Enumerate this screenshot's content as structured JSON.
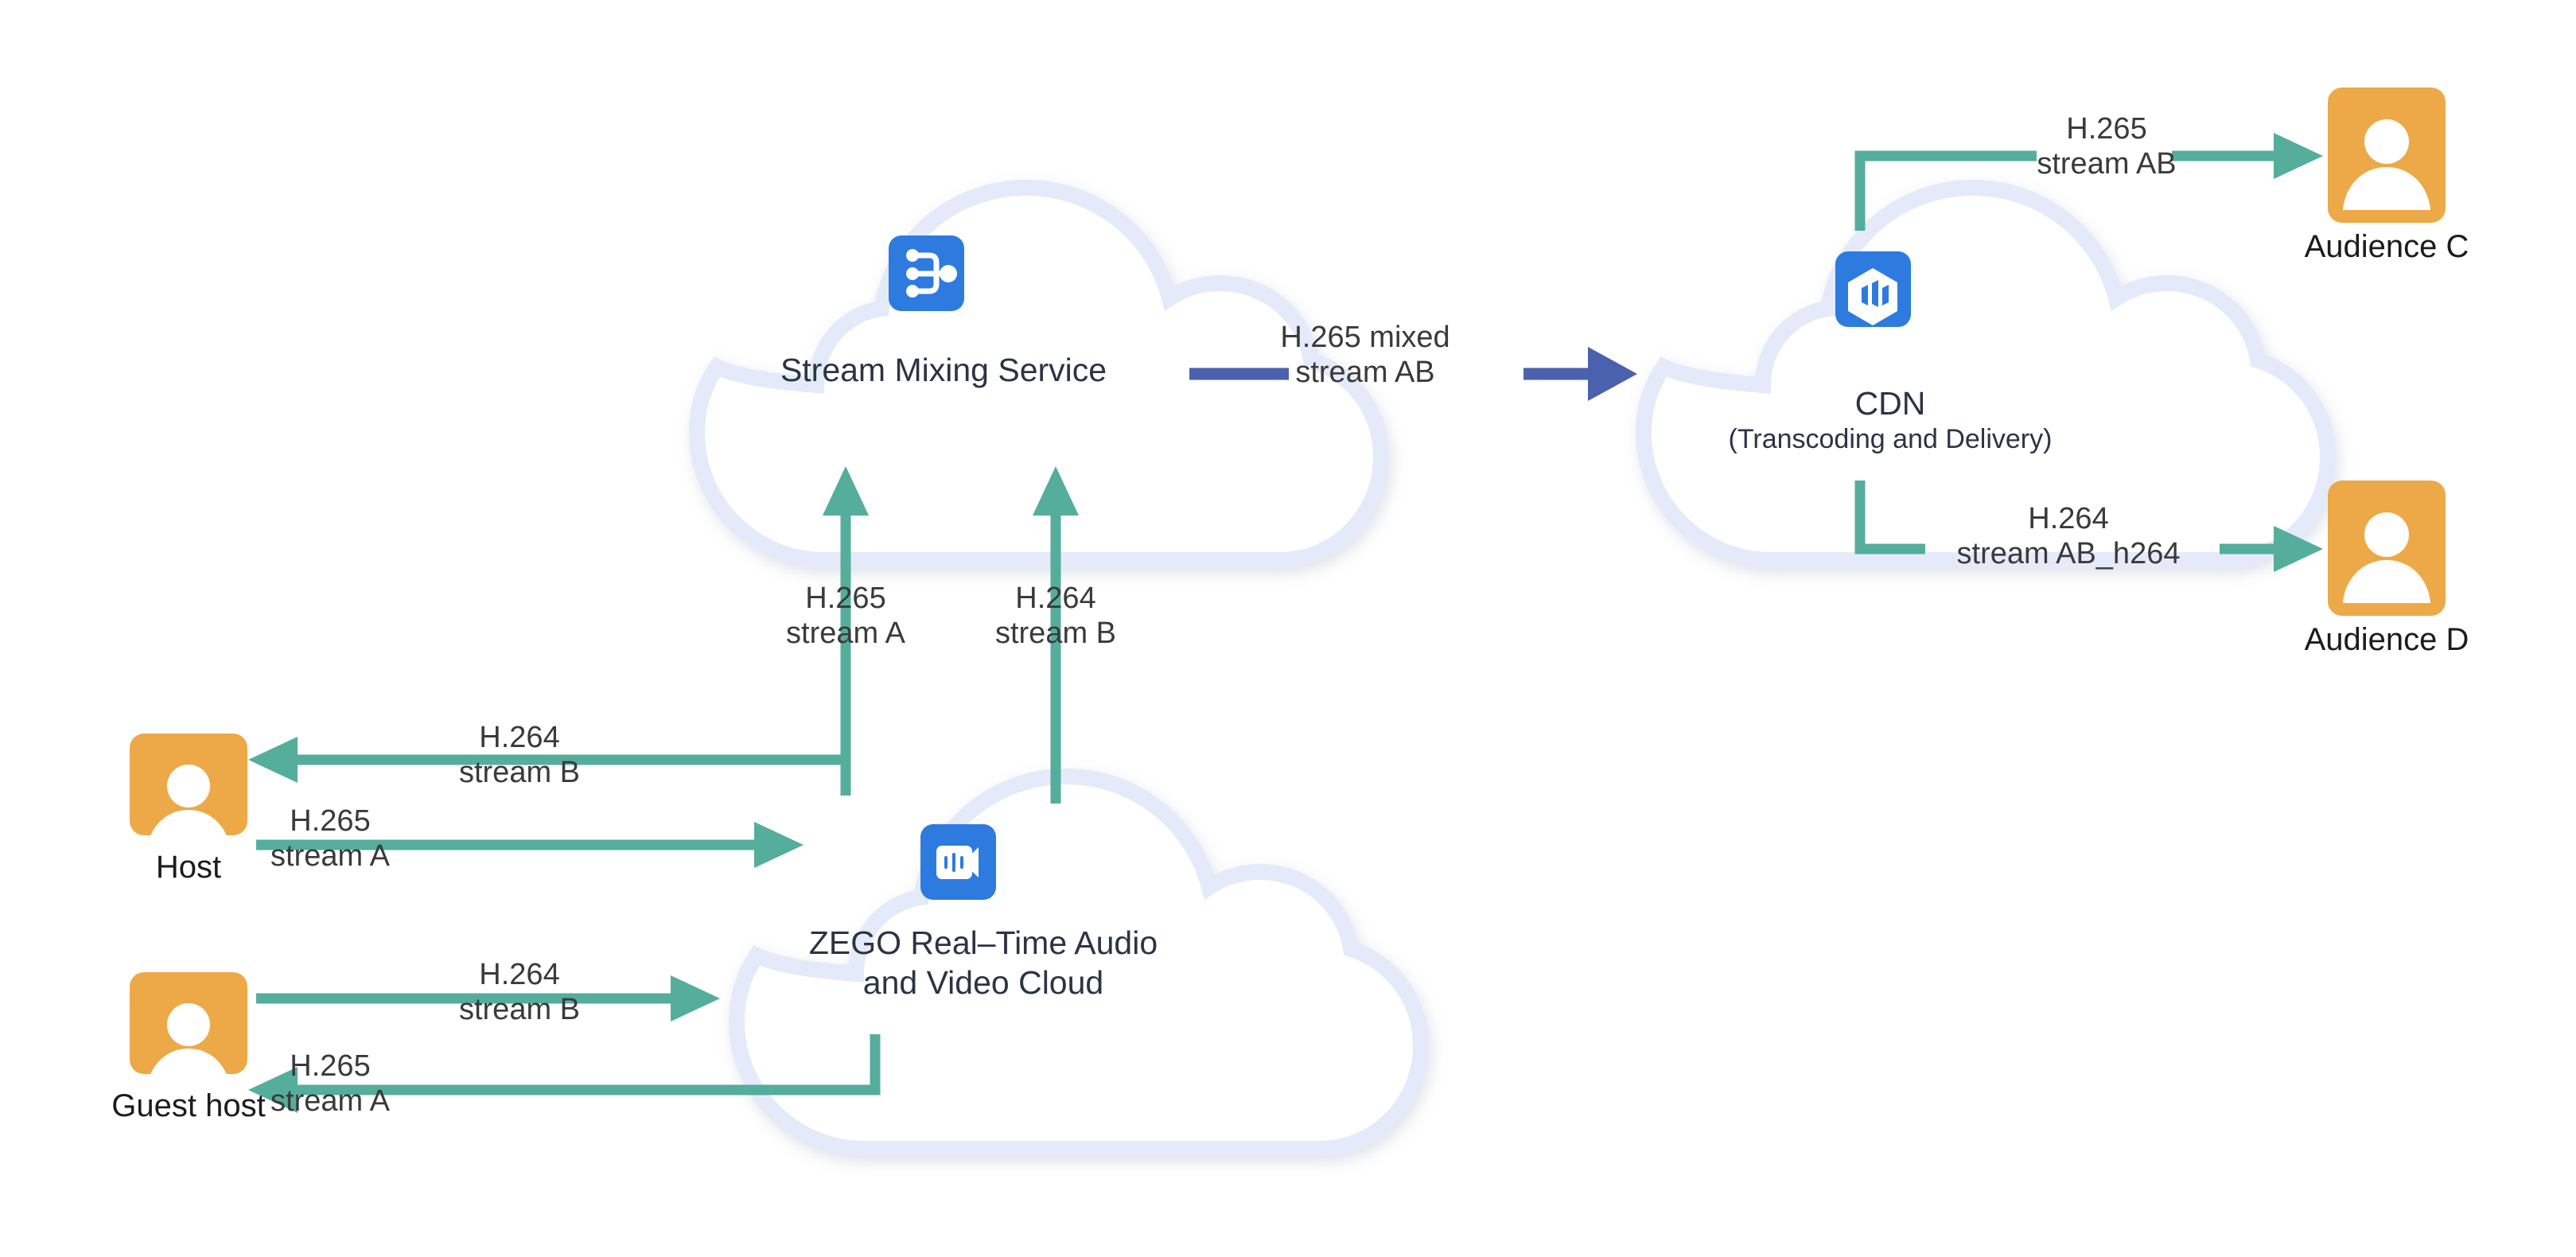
{
  "diagram": {
    "title": "H.265 stream mixing and CDN transcoding flow",
    "colors": {
      "green_arrow": "#55AD9C",
      "blue_arrow": "#4A61AD",
      "avatar_orange": "#EDA947",
      "icon_blue": "#2E7BE0",
      "cloud_border": "#E3E9F8",
      "cloud_fill": "#FFFFFF",
      "text_dark": "#2B3445",
      "label_text": "#3A3A3A"
    },
    "nodes": {
      "stream_mixing_service": {
        "label": "Stream Mixing Service",
        "icon": "stream-mixing-icon"
      },
      "cdn": {
        "label": "CDN",
        "sublabel": "(Transcoding and Delivery)",
        "icon": "cdn-cube-icon"
      },
      "zego_cloud": {
        "label": "ZEGO Real–Time Audio\nand Video Cloud",
        "icon": "video-camera-icon"
      },
      "host": {
        "label": "Host",
        "icon": "user-avatar-icon"
      },
      "guest_host": {
        "label": "Guest host",
        "icon": "user-avatar-icon"
      },
      "audience_c": {
        "label": "Audience C",
        "icon": "user-avatar-icon"
      },
      "audience_d": {
        "label": "Audience D",
        "icon": "user-avatar-icon"
      }
    },
    "edges": [
      {
        "id": "mix-to-cdn",
        "label": "H.265 mixed\nstream AB",
        "from": "stream_mixing_service",
        "to": "cdn",
        "color": "blue"
      },
      {
        "id": "cdn-to-audience-c",
        "label": "H.265\nstream AB",
        "from": "cdn",
        "to": "audience_c",
        "color": "green"
      },
      {
        "id": "cdn-to-audience-d",
        "label": "H.264\nstream AB_h264",
        "from": "cdn",
        "to": "audience_d",
        "color": "green"
      },
      {
        "id": "zego-to-mix-a",
        "label": "H.265\nstream A",
        "from": "zego_cloud",
        "to": "stream_mixing_service",
        "color": "green"
      },
      {
        "id": "zego-to-mix-b",
        "label": "H.264\nstream B",
        "from": "zego_cloud",
        "to": "stream_mixing_service",
        "color": "green"
      },
      {
        "id": "zego-to-host-b",
        "label": "H.264\nstream B",
        "from": "zego_cloud",
        "to": "host",
        "color": "green"
      },
      {
        "id": "host-to-zego-a",
        "label": "H.265\nstream A",
        "from": "host",
        "to": "zego_cloud",
        "color": "green"
      },
      {
        "id": "guest-to-zego-b",
        "label": "H.264\nstream B",
        "from": "guest_host",
        "to": "zego_cloud",
        "color": "green"
      },
      {
        "id": "zego-to-guest-a",
        "label": "H.265\nstream A",
        "from": "zego_cloud",
        "to": "guest_host",
        "color": "green"
      }
    ]
  }
}
